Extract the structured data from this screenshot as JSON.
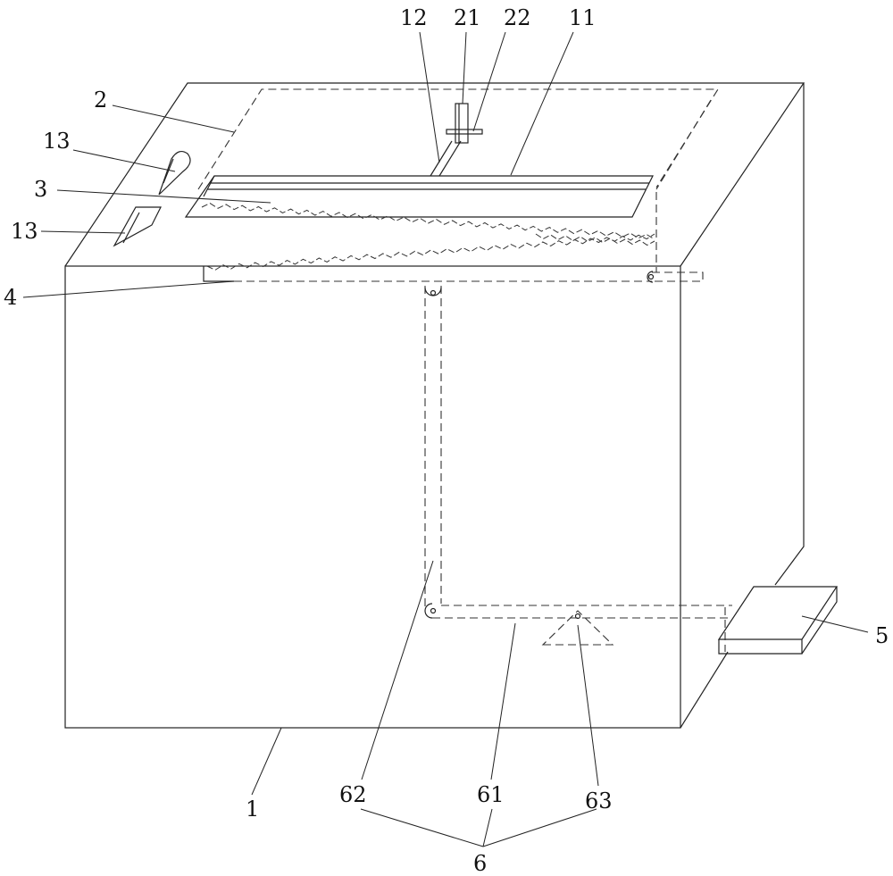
{
  "figure": {
    "labels": {
      "l1": "1",
      "l2": "2",
      "l3": "3",
      "l4": "4",
      "l5": "5",
      "l6": "6",
      "l11": "11",
      "l12": "12",
      "l13a": "13",
      "l13b": "13",
      "l21": "21",
      "l22": "22",
      "l61": "61",
      "l62": "62",
      "l63": "63"
    }
  }
}
